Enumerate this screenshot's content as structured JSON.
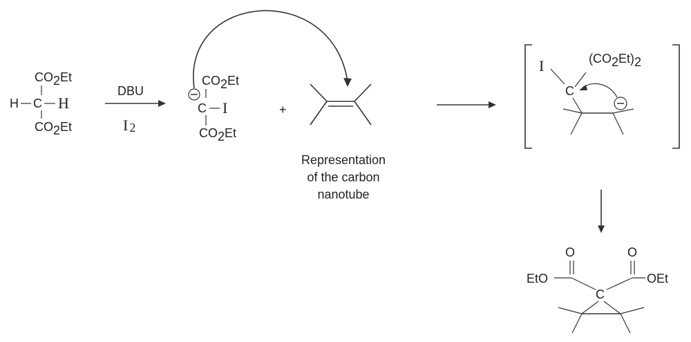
{
  "malonate": {
    "top_group": "CO2Et",
    "bottom_group": "CO2Et",
    "left_atom": "H",
    "center_atom": "C",
    "right_atom": "H"
  },
  "step1": {
    "reagent_top": "DBU",
    "reagent_bottom": "I2"
  },
  "iodomalonate": {
    "top_group": "CO2Et",
    "bottom_group": "CO2Et",
    "center_atom": "C",
    "right_atom": "I",
    "charge": "−"
  },
  "plus_sign": "+",
  "nanotube": {
    "caption_lines": [
      "Representation",
      "of the carbon",
      "nanotube"
    ]
  },
  "intermediate": {
    "iodine": "I",
    "carbon": "C",
    "substituent": "(CO2Et)2",
    "charge": "−"
  },
  "product": {
    "left_ester": "EtO",
    "right_ester": "OEt",
    "carbonyl_left": "O",
    "carbonyl_right": "O",
    "center_atom": "C"
  }
}
